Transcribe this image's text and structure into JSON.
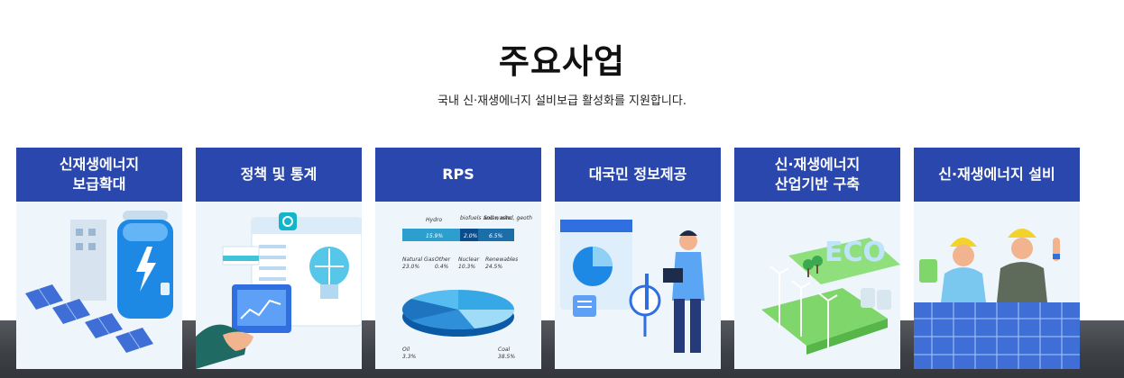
{
  "section": {
    "title": "주요사업",
    "subtitle": "국내 신·재생에너지 설비보급 활성화를 지원합니다."
  },
  "cards": [
    {
      "label": "신재생에너지\n보급확대",
      "icon": "energy-storage-illustration"
    },
    {
      "label": "정책 및 통계",
      "icon": "policy-statistics-illustration"
    },
    {
      "label": "RPS",
      "icon": "rps-pie-chart-illustration"
    },
    {
      "label": "대국민 정보제공",
      "icon": "public-information-illustration"
    },
    {
      "label": "신·재생에너지\n산업기반 구축",
      "icon": "eco-industry-illustration"
    },
    {
      "label": "신·재생에너지 설비",
      "icon": "solar-facility-illustration"
    }
  ],
  "rps_chart": {
    "hydro": "Hydro",
    "biofuels": "biofuels and waste",
    "solar": "Solar, wind, geoth",
    "hydro_val": "15.9%",
    "bio_val": "2.0%",
    "solar_val": "6.5%",
    "natural_gas": "Natural Gas",
    "natural_gas_val": "23.0%",
    "other": "Other",
    "other_val": "0.4%",
    "nuclear": "Nuclear",
    "nuclear_val": "10.3%",
    "renewables": "Renewables",
    "renewables_val": "24.5%",
    "oil": "Oil",
    "oil_val": "3.3%",
    "coal": "Coal",
    "coal_val": "38.5%"
  },
  "colors": {
    "card_header": "#2a47ad",
    "card_bg": "#eef6fb",
    "accent_blue": "#1e88e5"
  }
}
